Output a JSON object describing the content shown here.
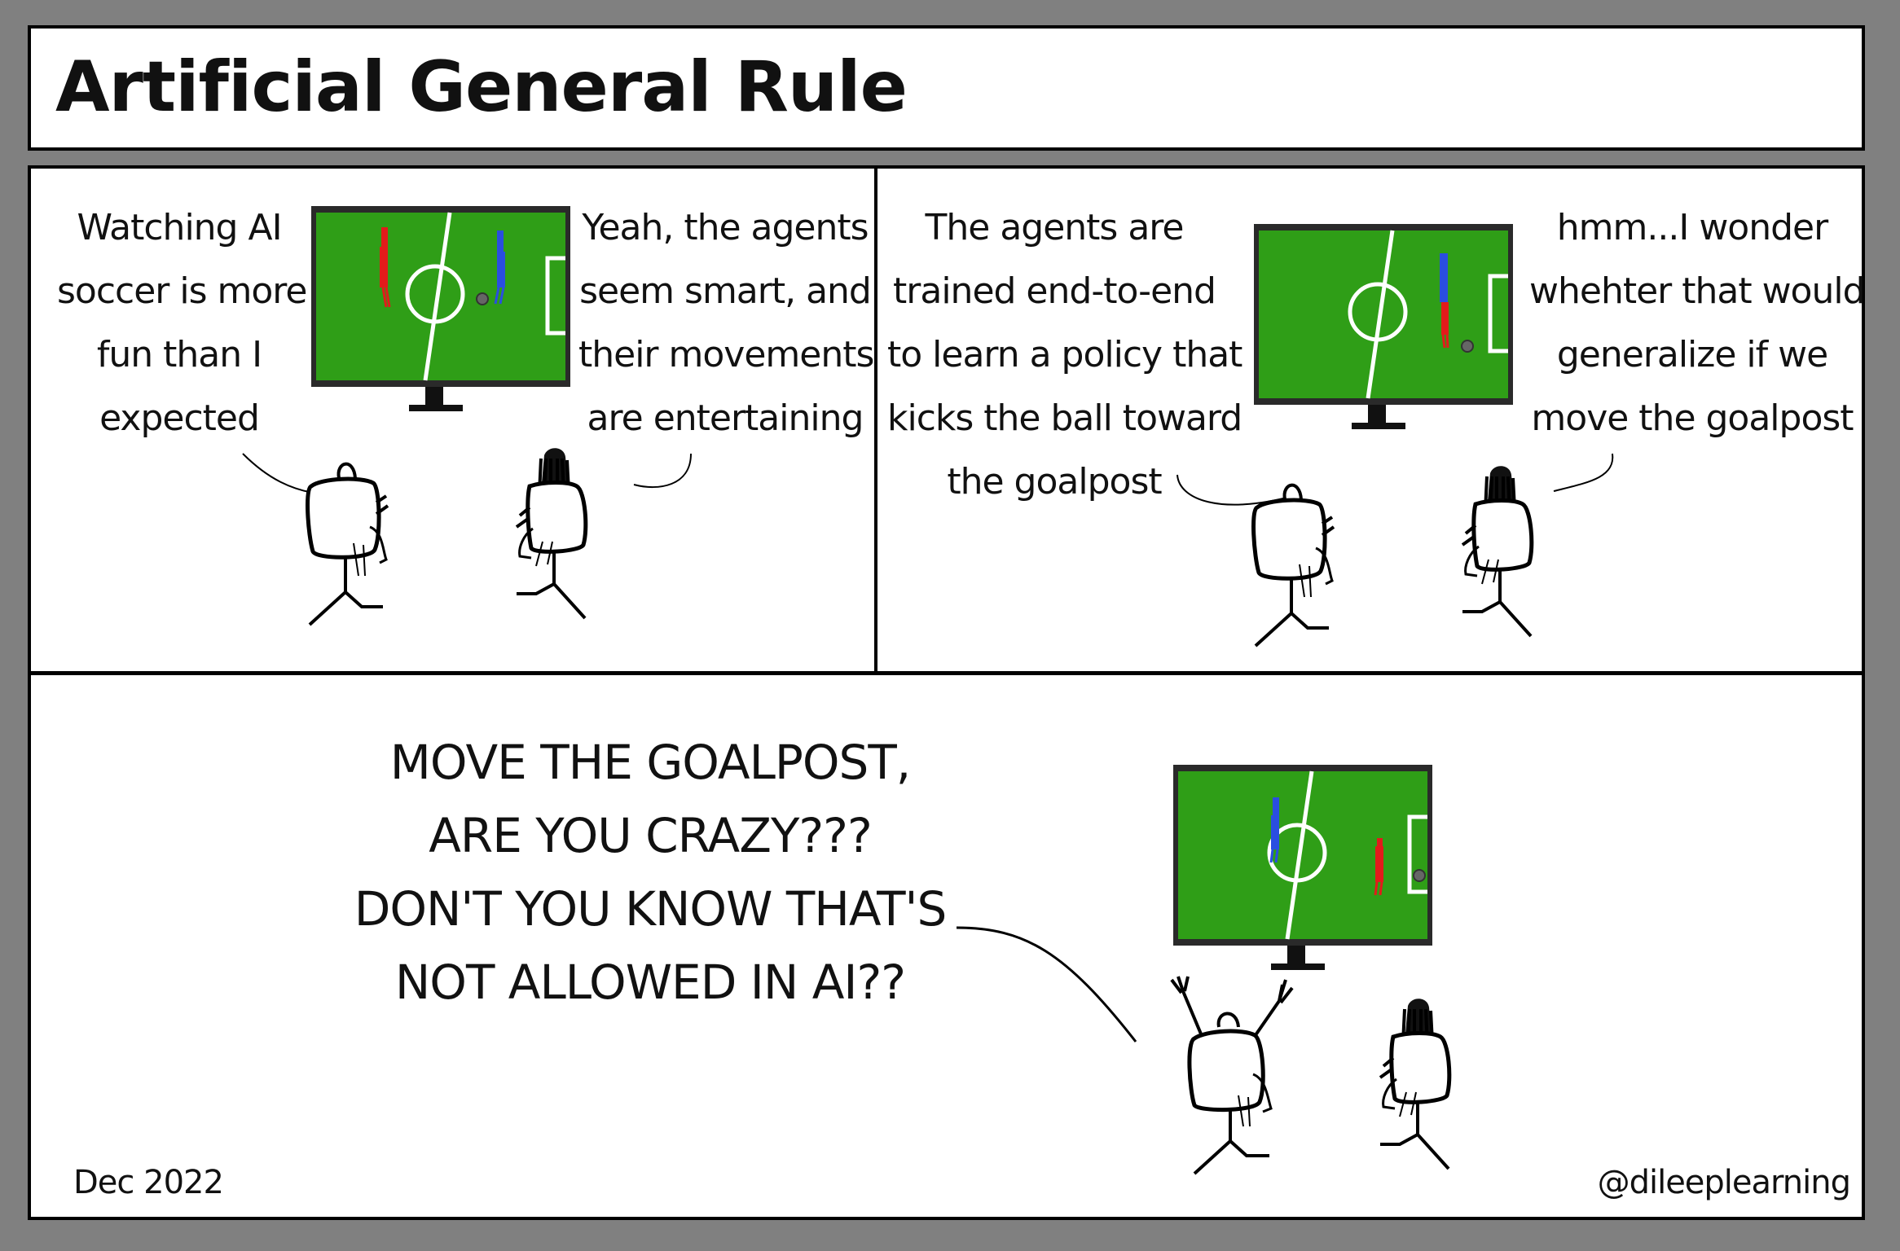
{
  "title": "Artificial General Rule",
  "panel1": {
    "left_caption": [
      "Watching AI",
      "soccer is more",
      "fun than I",
      "expected"
    ],
    "right_caption": [
      "Yeah, the agents",
      "seem smart, and",
      "their  movements",
      "are entertaining"
    ]
  },
  "panel2": {
    "left_caption": [
      "The agents are",
      "trained end-to-end",
      "to learn a policy that",
      "kicks the ball toward",
      "the goalpost"
    ],
    "right_caption": [
      "hmm...I wonder",
      "whehter that would",
      "generalize if we",
      "move the goalpost"
    ]
  },
  "panel3": {
    "shout": [
      "MOVE THE GOALPOST,",
      "ARE YOU CRAZY???",
      "DON'T YOU KNOW THAT'S",
      "NOT ALLOWED IN AI??"
    ]
  },
  "footer": {
    "date": "Dec 2022",
    "handle": "@dileeplearning"
  },
  "colors": {
    "background": "#808080",
    "panel": "#ffffff",
    "field": "#2f9e17",
    "screen_frame": "#2a2a2a",
    "red_agent": "#e21b1b",
    "blue_agent": "#2a4ee0",
    "ball": "#666666"
  },
  "icons": [
    "tv-icon",
    "soccer-field-icon",
    "red-agent-icon",
    "blue-agent-icon",
    "ball-icon",
    "person-icon"
  ]
}
